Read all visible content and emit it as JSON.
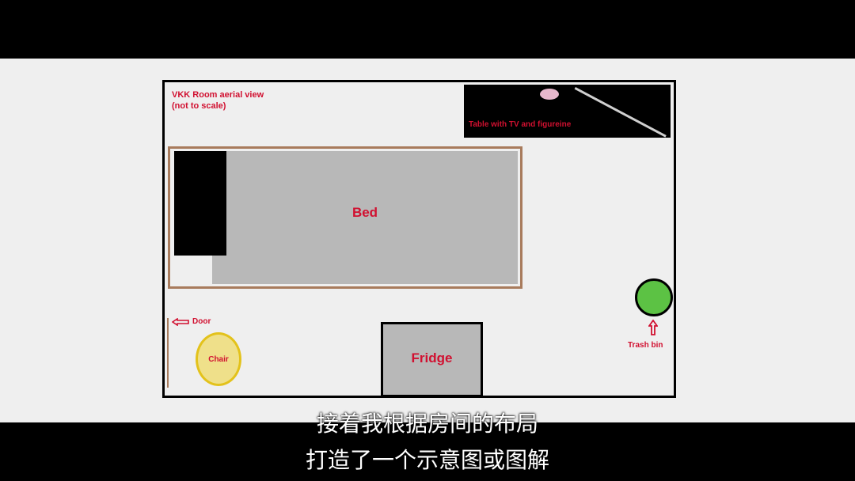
{
  "diagram": {
    "title": "VKK Room aerial view\n(not to scale)",
    "tv_table_label": "Table with TV and figureine",
    "bed_label": "Bed",
    "door_label": "Door",
    "chair_label": "Chair",
    "fridge_label": "Fridge",
    "trash_label": "Trash bin",
    "colors": {
      "label": "#d11030",
      "bed": "#b8b8b8",
      "frame": "#a87b5c",
      "chair": "#efe08a",
      "bin": "#5cc244",
      "figurine": "#e7b7cc"
    }
  },
  "subtitles": {
    "line1": "接着我根据房间的布局",
    "line2": "打造了一个示意图或图解"
  }
}
